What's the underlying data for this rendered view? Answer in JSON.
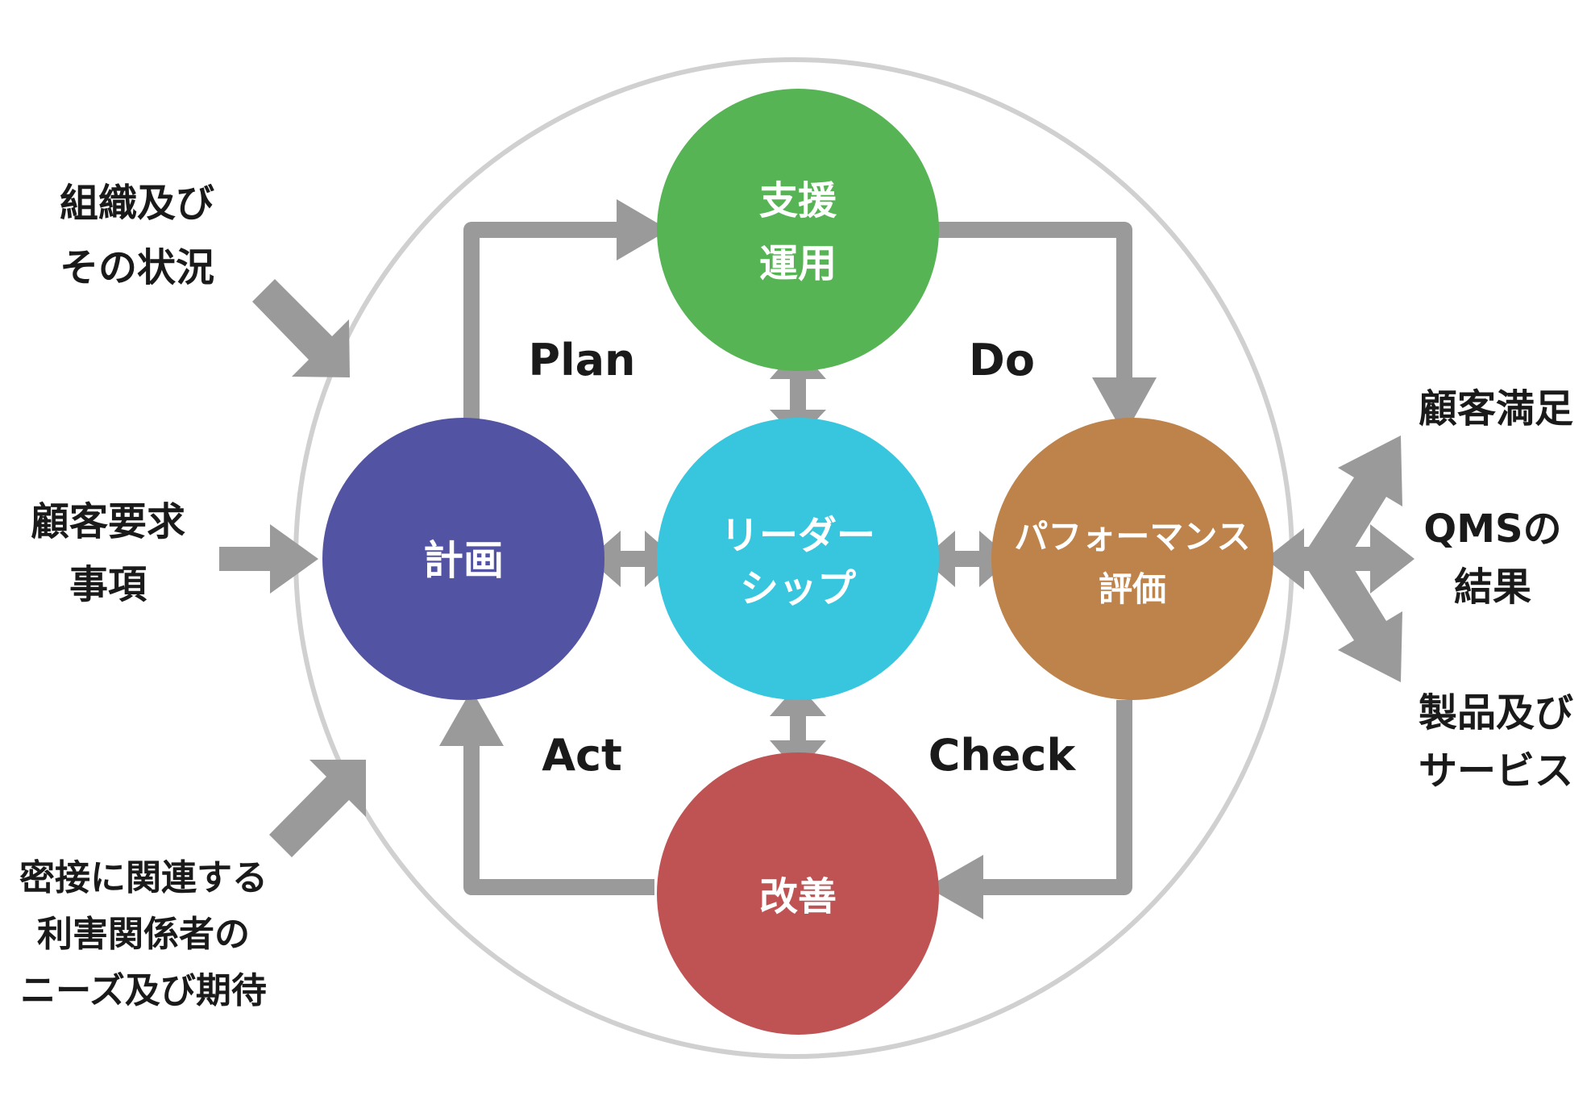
{
  "colors": {
    "plan": "#5353a3",
    "support": "#56b454",
    "leadership": "#38c6de",
    "evaluation": "#bd834a",
    "improvement": "#bf5353",
    "arrow": "#9a9a9a",
    "outer_circle": "#d0d0d0",
    "text_dark": "#1a1a1a",
    "text_light": "#ffffff"
  },
  "nodes": {
    "plan": {
      "lines": [
        "計画"
      ]
    },
    "support": {
      "lines": [
        "支援",
        "運用"
      ]
    },
    "leadership": {
      "lines": [
        "リーダー",
        "シップ"
      ]
    },
    "evaluation": {
      "lines": [
        "パフォーマンス",
        "評価"
      ]
    },
    "improvement": {
      "lines": [
        "改善"
      ]
    }
  },
  "phases": {
    "plan": "Plan",
    "do": "Do",
    "act": "Act",
    "check": "Check"
  },
  "inputs": {
    "context": {
      "lines": [
        "組織及び",
        "その状況"
      ]
    },
    "requirements": {
      "lines": [
        "顧客要求",
        "事項"
      ]
    },
    "parties": {
      "lines": [
        "密接に関連する",
        "利害関係者の",
        "ニーズ及び期待"
      ]
    }
  },
  "outputs": {
    "satisfaction": {
      "lines": [
        "顧客満足"
      ]
    },
    "qms_results": {
      "lines": [
        "QMSの",
        "結果"
      ]
    },
    "products": {
      "lines": [
        "製品及び",
        "サービス"
      ]
    }
  }
}
